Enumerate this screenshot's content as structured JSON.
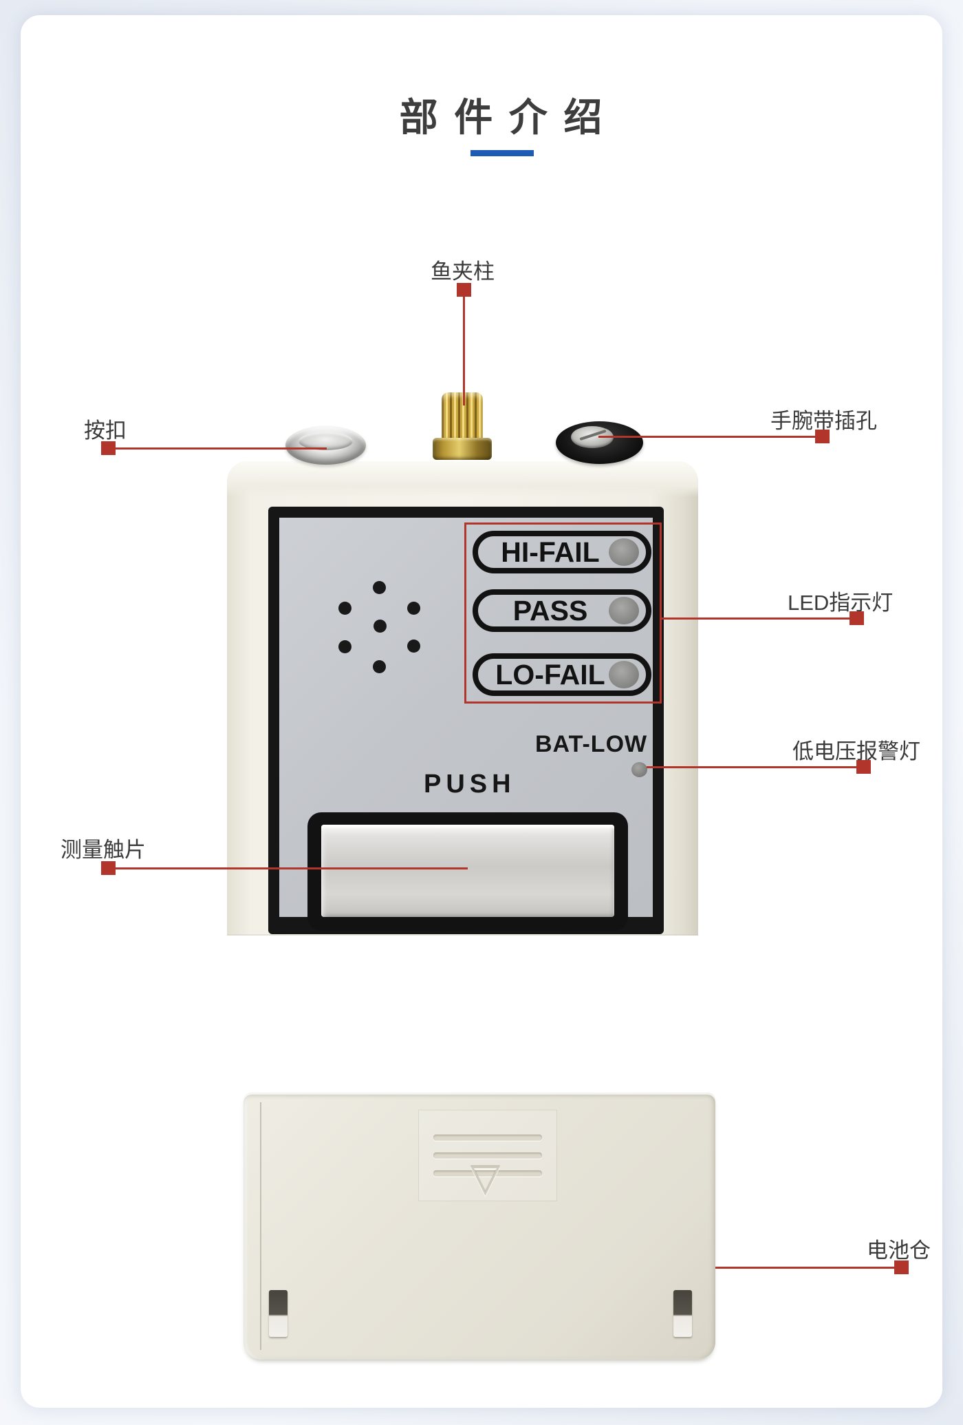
{
  "colors": {
    "annotation_red": "#b2352b",
    "underline_blue": "#1e5cb3",
    "title_gray": "#3d3d3d",
    "panel_silver": "#c2c5ca",
    "body_cream": "#f2f0e7"
  },
  "title": {
    "text": "部 件 介 绍"
  },
  "annotations": {
    "clip_post": {
      "label": "鱼夹柱"
    },
    "snap": {
      "label": "按扣"
    },
    "strap_jack": {
      "label": "手腕带插孔"
    },
    "led_group": {
      "label": "LED指示灯"
    },
    "low_batt": {
      "label": "低电压报警灯"
    },
    "measure": {
      "label": "测量触片"
    },
    "battery": {
      "label": "电池仓"
    }
  },
  "device": {
    "leds": [
      {
        "label": "HI-FAIL"
      },
      {
        "label": "PASS"
      },
      {
        "label": "LO-FAIL"
      }
    ],
    "bat_low_label": "BAT-LOW",
    "push_label": "PUSH",
    "battery_triangle_glyph": "▽"
  }
}
